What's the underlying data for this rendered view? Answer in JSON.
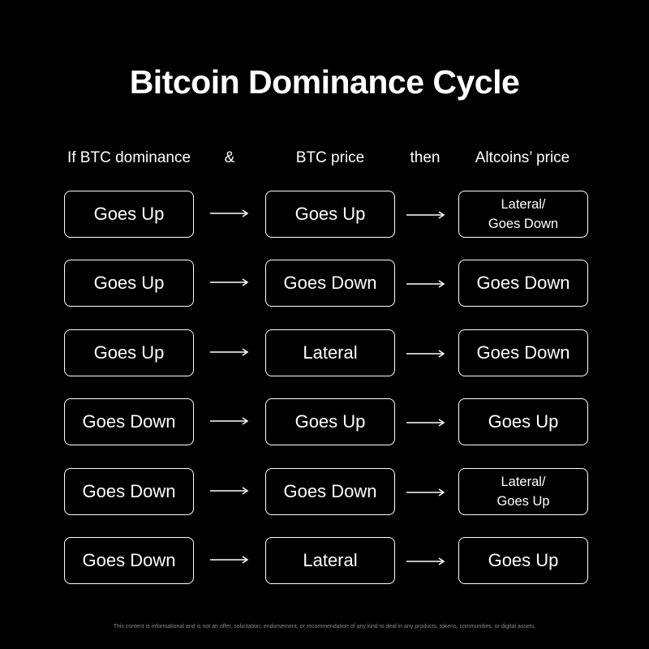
{
  "title": "Bitcoin Dominance Cycle",
  "headers": {
    "col1": "If BTC dominance",
    "amp": "&",
    "col2": "BTC price",
    "then": "then",
    "col3": "Altcoins’ price"
  },
  "rows": [
    {
      "dominance": "Goes Up",
      "btc_price": "Goes Up",
      "altcoins": "Lateral/\nGoes Down"
    },
    {
      "dominance": "Goes Up",
      "btc_price": "Goes Down",
      "altcoins": "Goes Down"
    },
    {
      "dominance": "Goes Up",
      "btc_price": "Lateral",
      "altcoins": "Goes Down"
    },
    {
      "dominance": "Goes Down",
      "btc_price": "Goes Up",
      "altcoins": "Goes Up"
    },
    {
      "dominance": "Goes Down",
      "btc_price": "Goes Down",
      "altcoins": "Lateral/\nGoes Up"
    },
    {
      "dominance": "Goes Down",
      "btc_price": "Lateral",
      "altcoins": "Goes Up"
    }
  ],
  "disclaimer": "This content is informational and is not an offer, solicitation, endorsement, or recommendation of any kind to deal in any products, tokens, communities, or digital assets.",
  "colors": {
    "background": "#000000",
    "foreground": "#ffffff",
    "disclaimer": "#8a8a8a"
  }
}
